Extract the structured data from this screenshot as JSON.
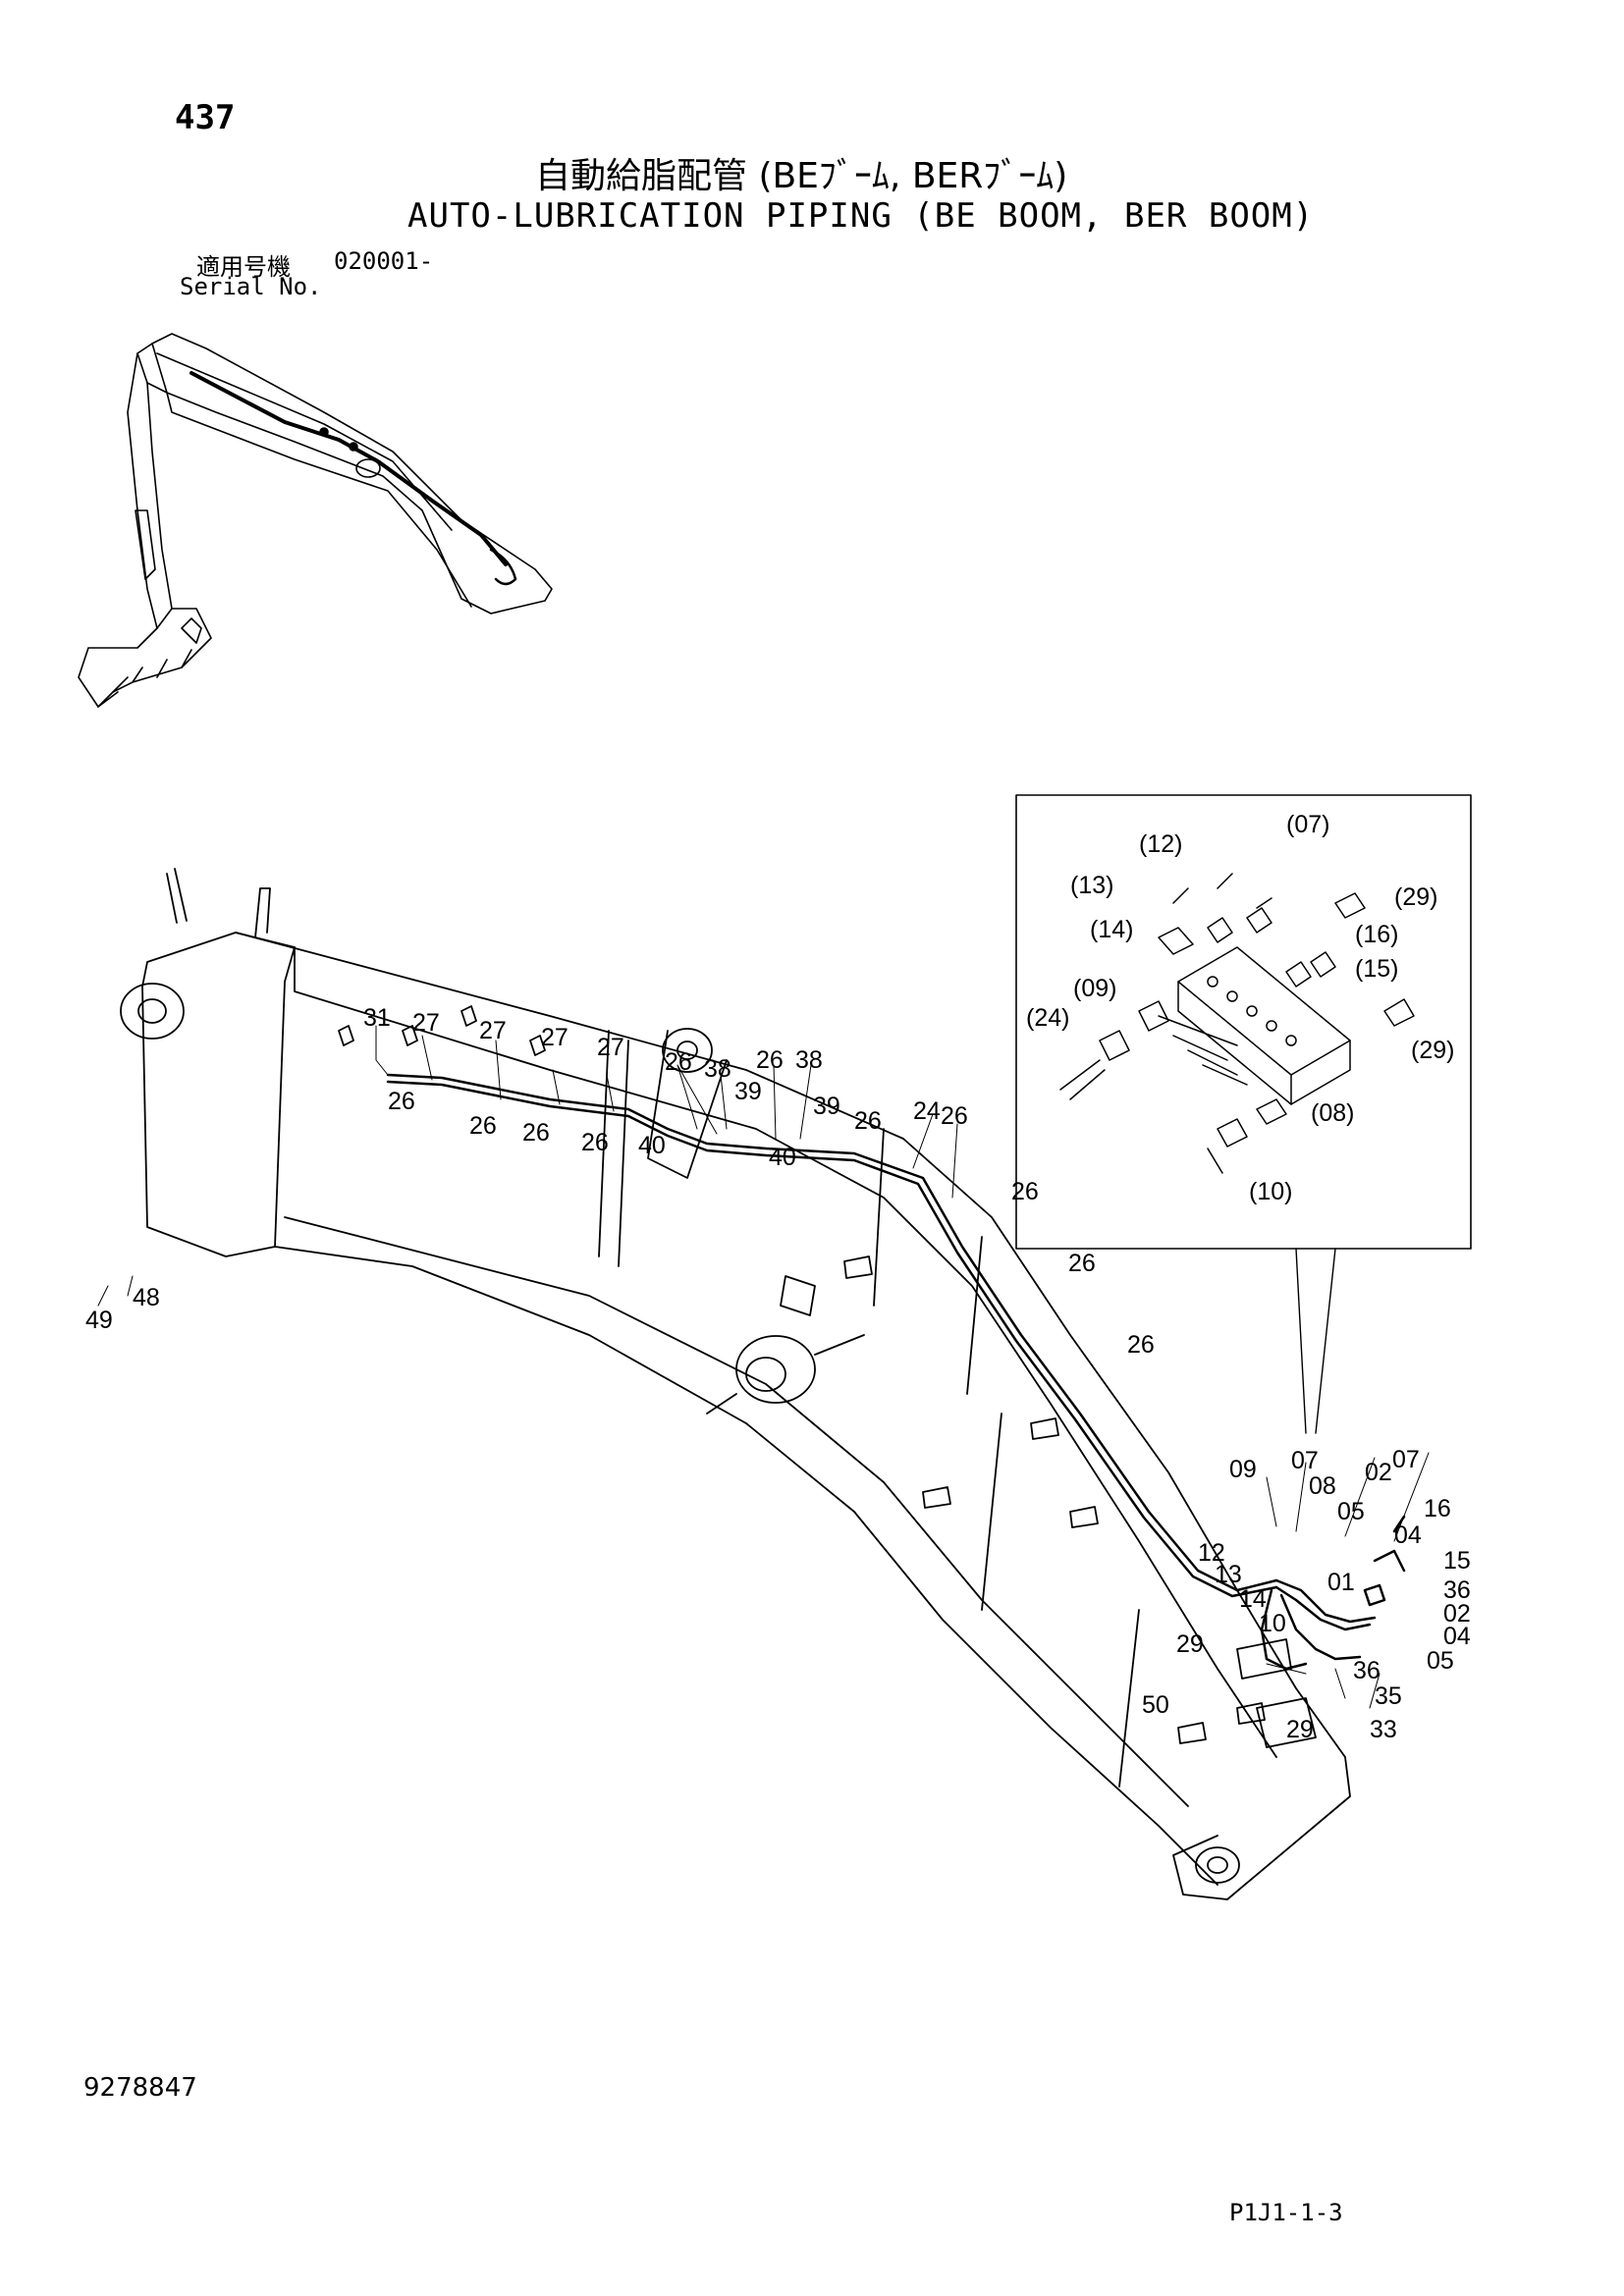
{
  "header": {
    "page_number": "437",
    "title_japanese": "自動給脂配管 (BEﾌﾞｰﾑ, BERﾌﾞｰﾑ)",
    "title_english": "AUTO-LUBRICATION PIPING (BE BOOM, BER BOOM)",
    "serial_label_japanese": "適用号機",
    "serial_value": "020001-",
    "serial_label_english": "Serial No."
  },
  "footer": {
    "document_number": "9278847",
    "reference_code": "P1J1-1-3"
  },
  "detail_callouts": [
    "(07)",
    "(12)",
    "(13)",
    "(14)",
    "(29)",
    "(16)",
    "(15)",
    "(09)",
    "(24)",
    "(29)",
    "(08)",
    "(10)"
  ],
  "part_callouts": [
    "31",
    "27",
    "27",
    "27",
    "27",
    "26",
    "38",
    "26",
    "38",
    "39",
    "39",
    "26",
    "26",
    "26",
    "26",
    "40",
    "40",
    "24",
    "26",
    "26",
    "26",
    "26",
    "26",
    "49",
    "48",
    "09",
    "07",
    "08",
    "02",
    "07",
    "05",
    "16",
    "04",
    "12",
    "15",
    "13",
    "01",
    "36",
    "14",
    "02",
    "10",
    "04",
    "05",
    "29",
    "36",
    "35",
    "50",
    "29",
    "33"
  ]
}
